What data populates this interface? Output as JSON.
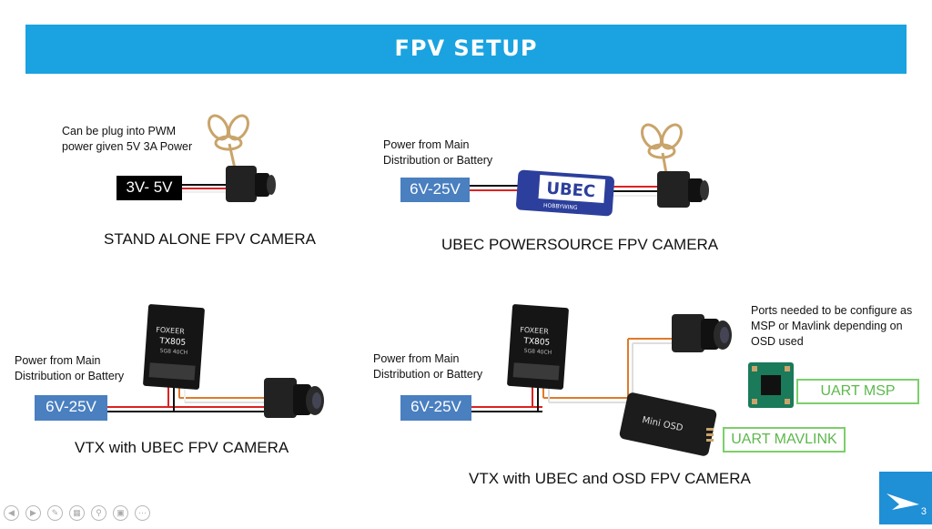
{
  "title": "FPV SETUP",
  "sections": {
    "standalone": {
      "note": "Can be plug into PWM power given 5V 3A Power",
      "voltage": "3V- 5V",
      "caption": "STAND ALONE FPV CAMERA"
    },
    "ubec": {
      "note": "Power from Main Distribution or Battery",
      "voltage": "6V-25V",
      "module_text": "UBEC",
      "module_brand": "HOBBYWING",
      "caption": "UBEC POWERSOURCE FPV CAMERA"
    },
    "vtx": {
      "note": "Power from Main Distribution or Battery",
      "voltage": "6V-25V",
      "vtx_brand": "FOXEER",
      "vtx_model": "TX805",
      "vtx_sub": "5G8 40CH",
      "caption": "VTX with UBEC FPV CAMERA"
    },
    "osd": {
      "note": "Power from Main Distribution or Battery",
      "voltage": "6V-25V",
      "vtx_brand": "FOXEER",
      "vtx_model": "TX805",
      "vtx_sub": "5G8 40CH",
      "osd_label": "Mini OSD",
      "ports_note": "Ports needed to be configure as MSP or Mavlink depending on OSD used",
      "uart_msp": "UART MSP",
      "uart_mavlink": "UART MAVLINK",
      "caption": "VTX with UBEC and OSD FPV CAMERA"
    }
  },
  "slide_number": "3",
  "colors": {
    "title_bar": "#1aa3e0",
    "voltage_blue": "#4a7fc0",
    "uart_green": "#7ccf6a"
  }
}
